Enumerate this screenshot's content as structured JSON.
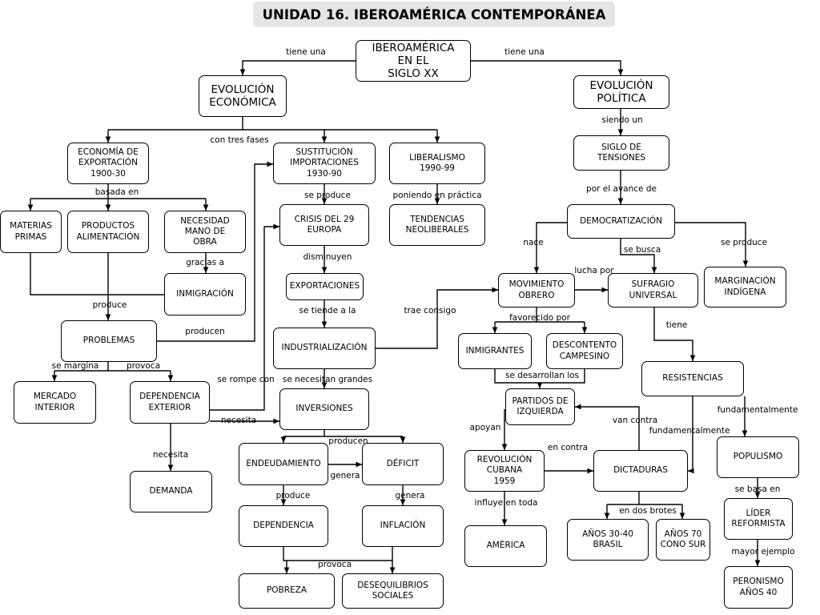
{
  "title": "UNIDAD 16. IBEROAMÉRICA CONTEMPORÁNEA",
  "nodes": {
    "iberoamerica": "IBEROAMÉRICA\nEN EL\nSIGLO XX",
    "evol_economica": "EVOLUCIÓN\nECONÓMICA",
    "evol_politica": "EVOLUCIÓN\nPOLÍTICA",
    "economia_exportacion": "ECONOMÍA DE\nEXPORTACIÓN\n1900-30",
    "sustitucion": "SUSTITUCIÓN\nIMPORTACIONES\n1930-90",
    "liberalismo": "LIBERALISMO\n1990-99",
    "siglo_tensiones": "SIGLO DE\nTENSIONES",
    "materias_primas": "MATERIAS\nPRIMAS",
    "productos_alimentacion": "PRODUCTOS\nALIMENTACIÓN",
    "necesidad_mano_obra": "NECESIDAD\nMANO DE\nOBRA",
    "crisis29": "CRISIS DEL 29\nEUROPA",
    "tendencias": "TENDENCIAS\nNEOLIBERALES",
    "democratizacion": "DEMOCRATIZACIÓN",
    "inmigracion": "INMIGRACIÓN",
    "exportaciones": "EXPORTACIONES",
    "movimiento_obrero": "MOVIMIENTO\nOBRERO",
    "sufragio": "SUFRAGIO\nUNIVERSAL",
    "marginacion": "MARGINACIÓN\nINDÍGENA",
    "problemas": "PROBLEMAS",
    "industrializacion": "INDUSTRIALIZACIÓN",
    "inmigrantes": "INMIGRANTES",
    "descontento": "DESCONTENTO\nCAMPESINO",
    "resistencias": "RESISTENCIAS",
    "mercado_interior": "MERCADO\nINTERIOR",
    "dependencia_exterior": "DEPENDENCIA\nEXTERIOR",
    "inversiones": "INVERSIONES",
    "partidos_izquierda": "PARTIDOS DE\nIZQUIERDA",
    "endeudamiento": "ENDEUDAMIENTO",
    "deficit": "DÉFICIT",
    "revolucion_cubana": "REVOLUCIÓN\nCUBANA\n1959",
    "dictaduras": "DICTADURAS",
    "populismo": "POPULISMO",
    "demanda": "DEMANDA",
    "dependencia": "DEPENDENCIA",
    "inflacion": "INFLACIÓN",
    "lider": "LÍDER\nREFORMISTA",
    "america": "AMÉRICA",
    "anos3040": "AÑOS 30-40\nBRASIL",
    "anos70": "AÑOS 70\nCONO SUR",
    "pobreza": "POBREZA",
    "desequilibrios": "DESEQUILIBRIOS\nSOCIALES",
    "peronismo": "PERONISMO\nAÑOS 40"
  },
  "links": {
    "tiene_una_1": "tiene una",
    "tiene_una_2": "tiene una",
    "con_tres_fases": "con tres fases",
    "siendo_un": "siendo un",
    "basada_en": "basada en",
    "se_produce_1": "se produce",
    "poniendo": "poniendo en práctica",
    "por_el_avance": "por el avance de",
    "nace": "nace",
    "se_busca": "se busca",
    "se_produce_2": "se produce",
    "gracias_a": "gracias a",
    "disminuyen": "disminuyen",
    "lucha_por": "lucha por",
    "produce_1": "produce",
    "se_tiende": "se tiende a la",
    "trae_consigo": "trae consigo",
    "producen_1": "producen",
    "favorecido_por": "favorecido por",
    "tiene": "tiene",
    "se_margina": "se margina",
    "provoca_1": "provoca",
    "se_rompe_con": "se rompe con",
    "se_necesitan": "se necesitan grandes",
    "se_desarrollan": "se desarrollan los",
    "fundamentalmente_1": "fundamentalmente",
    "necesita_1": "necesita",
    "apoyan": "apoyan",
    "van_contra": "van contra",
    "fundamentalmente_2": "fundamentalmente",
    "producen_2": "producen",
    "en_contra": "en contra",
    "necesita_2": "necesita",
    "genera_1": "genera",
    "produce_2": "produce",
    "genera_2": "genera",
    "influye": "influye en toda",
    "se_basa_en": "se basa en",
    "en_dos_brotes": "en dos brotes",
    "mayor_ejemplo": "mayor ejemplo",
    "provoca_2": "provoca"
  }
}
